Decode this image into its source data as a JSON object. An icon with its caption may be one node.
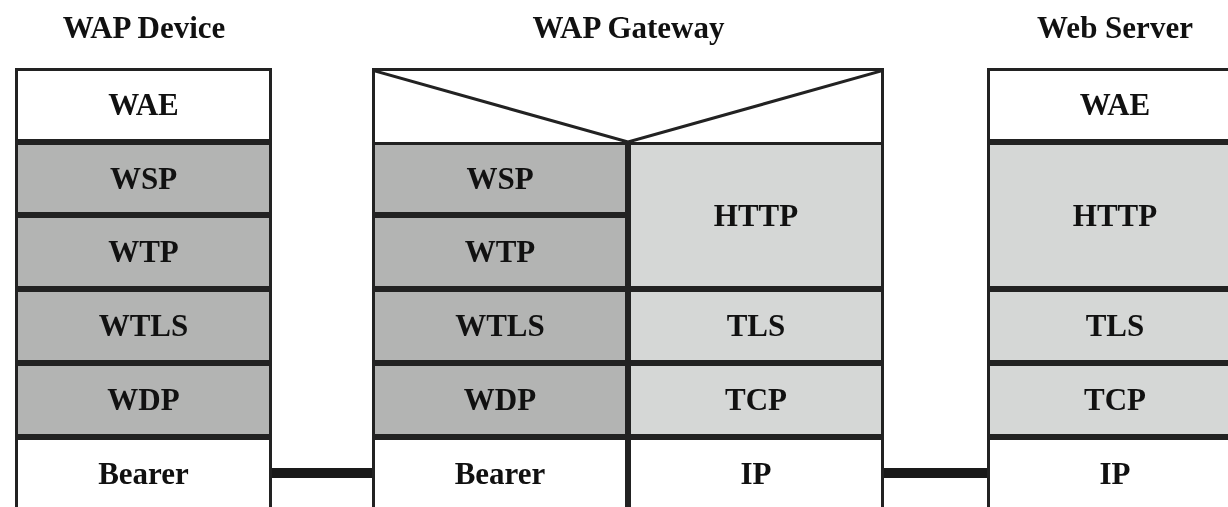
{
  "diagram": {
    "nodes": [
      {
        "text": [
          "WAP Device"
        ]
      },
      {
        "text": [
          "WAE"
        ],
        "in": 0
      },
      {
        "text": [
          "WSP"
        ],
        "in": 0
      },
      {
        "text": [
          "WTP"
        ],
        "in": 0
      },
      {
        "text": [
          "WTLS"
        ],
        "in": 0
      },
      {
        "text": [
          "WDP"
        ],
        "in": 0
      },
      {
        "text": [
          "Bearer"
        ],
        "in": 0
      },
      {
        "text": [
          "WAP Gateway"
        ]
      },
      {
        "text": [],
        "shape": "box",
        "in": 7
      },
      {
        "text": [
          "WSP"
        ],
        "in": 7
      },
      {
        "text": [
          "HTTP"
        ],
        "in": 7
      },
      {
        "text": [
          "WTP"
        ],
        "in": 7
      },
      {
        "text": [
          "WTLS"
        ],
        "in": 7
      },
      {
        "text": [
          "TLS"
        ],
        "in": 7
      },
      {
        "text": [
          "WDP"
        ],
        "in": 7
      },
      {
        "text": [
          "TCP"
        ],
        "in": 7
      },
      {
        "text": [
          "Bearer"
        ],
        "in": 7
      },
      {
        "text": [
          "IP"
        ],
        "in": 7
      },
      {
        "text": [
          "Web Server"
        ]
      },
      {
        "text": [
          "WAE"
        ],
        "in": 18
      },
      {
        "text": [
          "HTTP"
        ],
        "in": 18
      },
      {
        "text": [
          "TLS"
        ],
        "in": 18
      },
      {
        "text": [
          "TCP"
        ],
        "in": 18
      },
      {
        "text": [
          "IP"
        ],
        "in": 18
      }
    ],
    "edges": [
      {
        "from": 6,
        "to": 16,
        "arrow": "none"
      },
      {
        "from": 17,
        "to": 23,
        "arrow": "none"
      }
    ]
  }
}
